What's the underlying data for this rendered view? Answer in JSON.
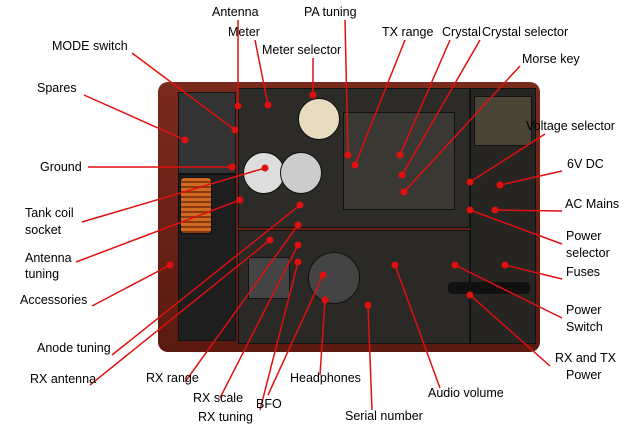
{
  "labels": {
    "antenna": "Antenna",
    "meter": "Meter",
    "mode_switch": "MODE switch",
    "meter_selector": "Meter selector",
    "pa_tuning": "PA tuning",
    "tx_range": "TX range",
    "crystal": "Crystal",
    "crystal_selector": "Crystal selector",
    "morse_key": "Morse key",
    "spares": "Spares",
    "voltage_selector": "Voltage selector",
    "ground": "Ground",
    "dc_6v": "6V DC",
    "tank_coil_socket_1": "Tank coil",
    "tank_coil_socket_2": "socket",
    "ac_mains": "AC Mains",
    "antenna_tuning_1": "Antenna",
    "antenna_tuning_2": "tuning",
    "power_selector_1": "Power",
    "power_selector_2": "selector",
    "fuses": "Fuses",
    "accessories": "Accessories",
    "power_switch_1": "Power",
    "power_switch_2": "Switch",
    "anode_tuning": "Anode tuning",
    "rx_tx_power_1": "RX and TX",
    "rx_tx_power_2": "Power",
    "rx_antenna": "RX antenna",
    "rx_range": "RX range",
    "rx_scale": "RX scale",
    "headphones": "Headphones",
    "audio_volume": "Audio volume",
    "bfo": "BFO",
    "rx_tuning": "RX tuning",
    "serial_number": "Serial number"
  },
  "colors": {
    "leader": "#e01010"
  }
}
